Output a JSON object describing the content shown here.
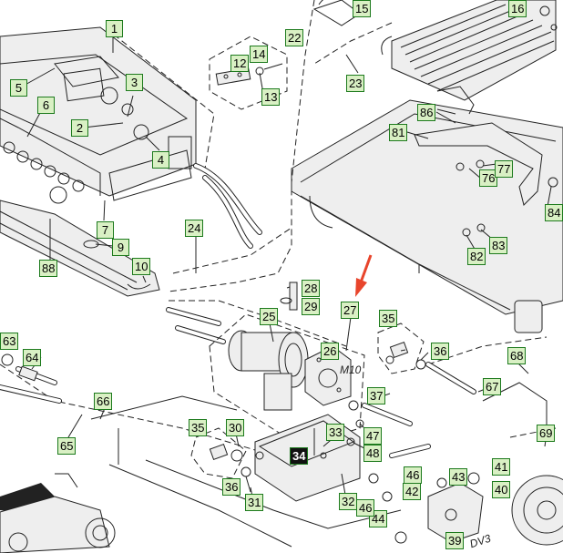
{
  "diagram": {
    "stamps": {
      "m10": "M10",
      "dv3": "DV3"
    },
    "callouts": [
      {
        "id": "c1",
        "label": "1"
      },
      {
        "id": "c2",
        "label": "2"
      },
      {
        "id": "c3",
        "label": "3"
      },
      {
        "id": "c4",
        "label": "4"
      },
      {
        "id": "c5",
        "label": "5"
      },
      {
        "id": "c6",
        "label": "6"
      },
      {
        "id": "c7",
        "label": "7"
      },
      {
        "id": "c9",
        "label": "9"
      },
      {
        "id": "c10",
        "label": "10"
      },
      {
        "id": "c12",
        "label": "12"
      },
      {
        "id": "c13",
        "label": "13"
      },
      {
        "id": "c14",
        "label": "14"
      },
      {
        "id": "c15",
        "label": "15"
      },
      {
        "id": "c16",
        "label": "16"
      },
      {
        "id": "c22",
        "label": "22"
      },
      {
        "id": "c23",
        "label": "23"
      },
      {
        "id": "c24",
        "label": "24"
      },
      {
        "id": "c25",
        "label": "25"
      },
      {
        "id": "c26",
        "label": "26"
      },
      {
        "id": "c27",
        "label": "27"
      },
      {
        "id": "c28",
        "label": "28"
      },
      {
        "id": "c29",
        "label": "29"
      },
      {
        "id": "c30",
        "label": "30"
      },
      {
        "id": "c31",
        "label": "31"
      },
      {
        "id": "c32",
        "label": "32"
      },
      {
        "id": "c33",
        "label": "33"
      },
      {
        "id": "c34",
        "label": "34"
      },
      {
        "id": "c35a",
        "label": "35"
      },
      {
        "id": "c35b",
        "label": "35"
      },
      {
        "id": "c36a",
        "label": "36"
      },
      {
        "id": "c36b",
        "label": "36"
      },
      {
        "id": "c37",
        "label": "37"
      },
      {
        "id": "c39",
        "label": "39"
      },
      {
        "id": "c40",
        "label": "40"
      },
      {
        "id": "c41",
        "label": "41"
      },
      {
        "id": "c42",
        "label": "42"
      },
      {
        "id": "c43",
        "label": "43"
      },
      {
        "id": "c44",
        "label": "44"
      },
      {
        "id": "c46a",
        "label": "46"
      },
      {
        "id": "c46b",
        "label": "46"
      },
      {
        "id": "c47",
        "label": "47"
      },
      {
        "id": "c48",
        "label": "48"
      },
      {
        "id": "c63",
        "label": "63"
      },
      {
        "id": "c64",
        "label": "64"
      },
      {
        "id": "c65",
        "label": "65"
      },
      {
        "id": "c66",
        "label": "66"
      },
      {
        "id": "c67",
        "label": "67"
      },
      {
        "id": "c68",
        "label": "68"
      },
      {
        "id": "c69",
        "label": "69"
      },
      {
        "id": "c76",
        "label": "76"
      },
      {
        "id": "c77",
        "label": "77"
      },
      {
        "id": "c81",
        "label": "81"
      },
      {
        "id": "c82",
        "label": "82"
      },
      {
        "id": "c83",
        "label": "83"
      },
      {
        "id": "c84",
        "label": "84"
      },
      {
        "id": "c86",
        "label": "86"
      },
      {
        "id": "c88",
        "label": "88"
      }
    ]
  },
  "colors": {
    "callout_fill": "#d9f0c4",
    "callout_border": "#1d7a1d",
    "pointer_arrow": "#e8452c",
    "line": "#222222"
  }
}
